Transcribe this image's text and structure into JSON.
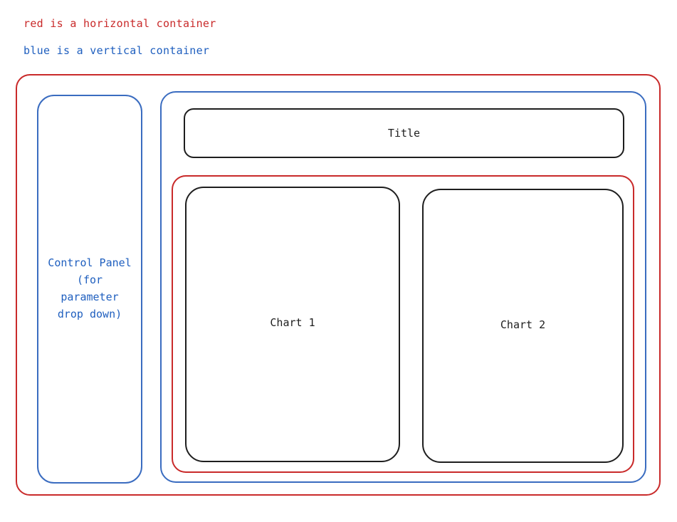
{
  "legend": {
    "red": "red is a horizontal container",
    "blue": "blue is a vertical container"
  },
  "control_panel": {
    "lines": [
      "Control Panel",
      "(for",
      "parameter",
      "drop down)"
    ]
  },
  "title_box": {
    "label": "Title"
  },
  "charts": [
    {
      "label": "Chart 1"
    },
    {
      "label": "Chart 2"
    }
  ],
  "colors": {
    "horizontal_container": "#c92a2a",
    "vertical_container": "#3a6cc0",
    "element_box": "#1e1e1e"
  }
}
